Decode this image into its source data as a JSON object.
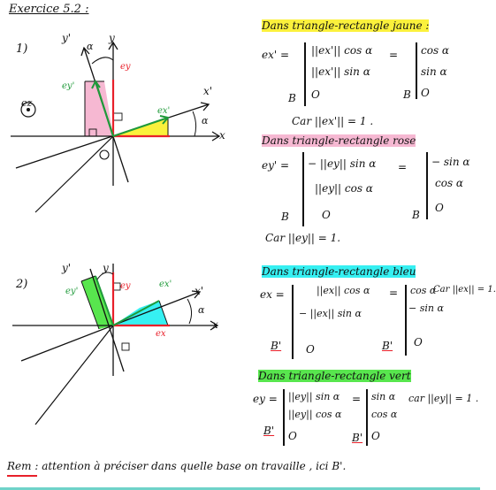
{
  "header": {
    "title": "Exercice 5.2 :"
  },
  "part1": {
    "label": "1)",
    "fig": {
      "y_prime": "y'",
      "y": "y",
      "alpha_top": "α",
      "ey_prime": "ey'",
      "ey": "ey",
      "ex_prime": "ex'",
      "x_prime": "x'",
      "x": "x",
      "alpha_side": "α",
      "ez": "ez",
      "origin": "O"
    },
    "yellow": {
      "title": "Dans triangle-rectangle jaune :",
      "lhs": "ex' =",
      "l1": "||ex'|| cos α",
      "l2": "||ex'|| sin α",
      "l3": "O",
      "basis": "B",
      "eq": "=",
      "r1": "cos α",
      "r2": "sin α",
      "r3": "O",
      "basis2": "B",
      "car": "Car ||ex'|| = 1 ."
    },
    "rose": {
      "title": "Dans triangle-rectangle rose",
      "lhs": "ey' =",
      "l1": "− ||ey|| sin α",
      "l2": "||ey|| cos α",
      "l3": "O",
      "basis": "B",
      "eq": "=",
      "r1": "− sin α",
      "r2": "cos α",
      "r3": "O",
      "basis2": "B",
      "car": "Car ||ey|| = 1."
    }
  },
  "part2": {
    "label": "2)",
    "fig": {
      "y_prime": "y'",
      "y": "y",
      "ey_prime": "ey'",
      "ey": "ey",
      "ex_prime": "ex'",
      "x_prime": "x'",
      "alpha": "α",
      "ex": "ex",
      "x": "x"
    },
    "bleu": {
      "title": "Dans triangle-rectangle bleu",
      "lhs": "ex =",
      "l1": "||ex|| cos α",
      "l2": "− ||ex|| sin α",
      "l3": "O",
      "basis": "B'",
      "eq": "=",
      "r1": "cos α",
      "r2": "− sin α",
      "r3": "O",
      "basis2": "B'",
      "car": "Car ||ex|| = 1."
    },
    "vert": {
      "title": "Dans triangle-rectangle vert",
      "lhs": "ey =",
      "l1": "||ey|| sin α",
      "l2": "||ey|| cos α",
      "l3": "O",
      "basis": "B'",
      "eq": "=",
      "r1": "sin α",
      "r2": "cos α",
      "r3": "O",
      "basis2": "B'",
      "car": "car ||ey|| = 1 ."
    }
  },
  "remark": {
    "text": "Rem : attention à préciser dans quelle base on travaille , ici B'."
  },
  "colors": {
    "bar": "#6fd3c9",
    "red": "#e8202a",
    "green": "#1f9a3a"
  }
}
